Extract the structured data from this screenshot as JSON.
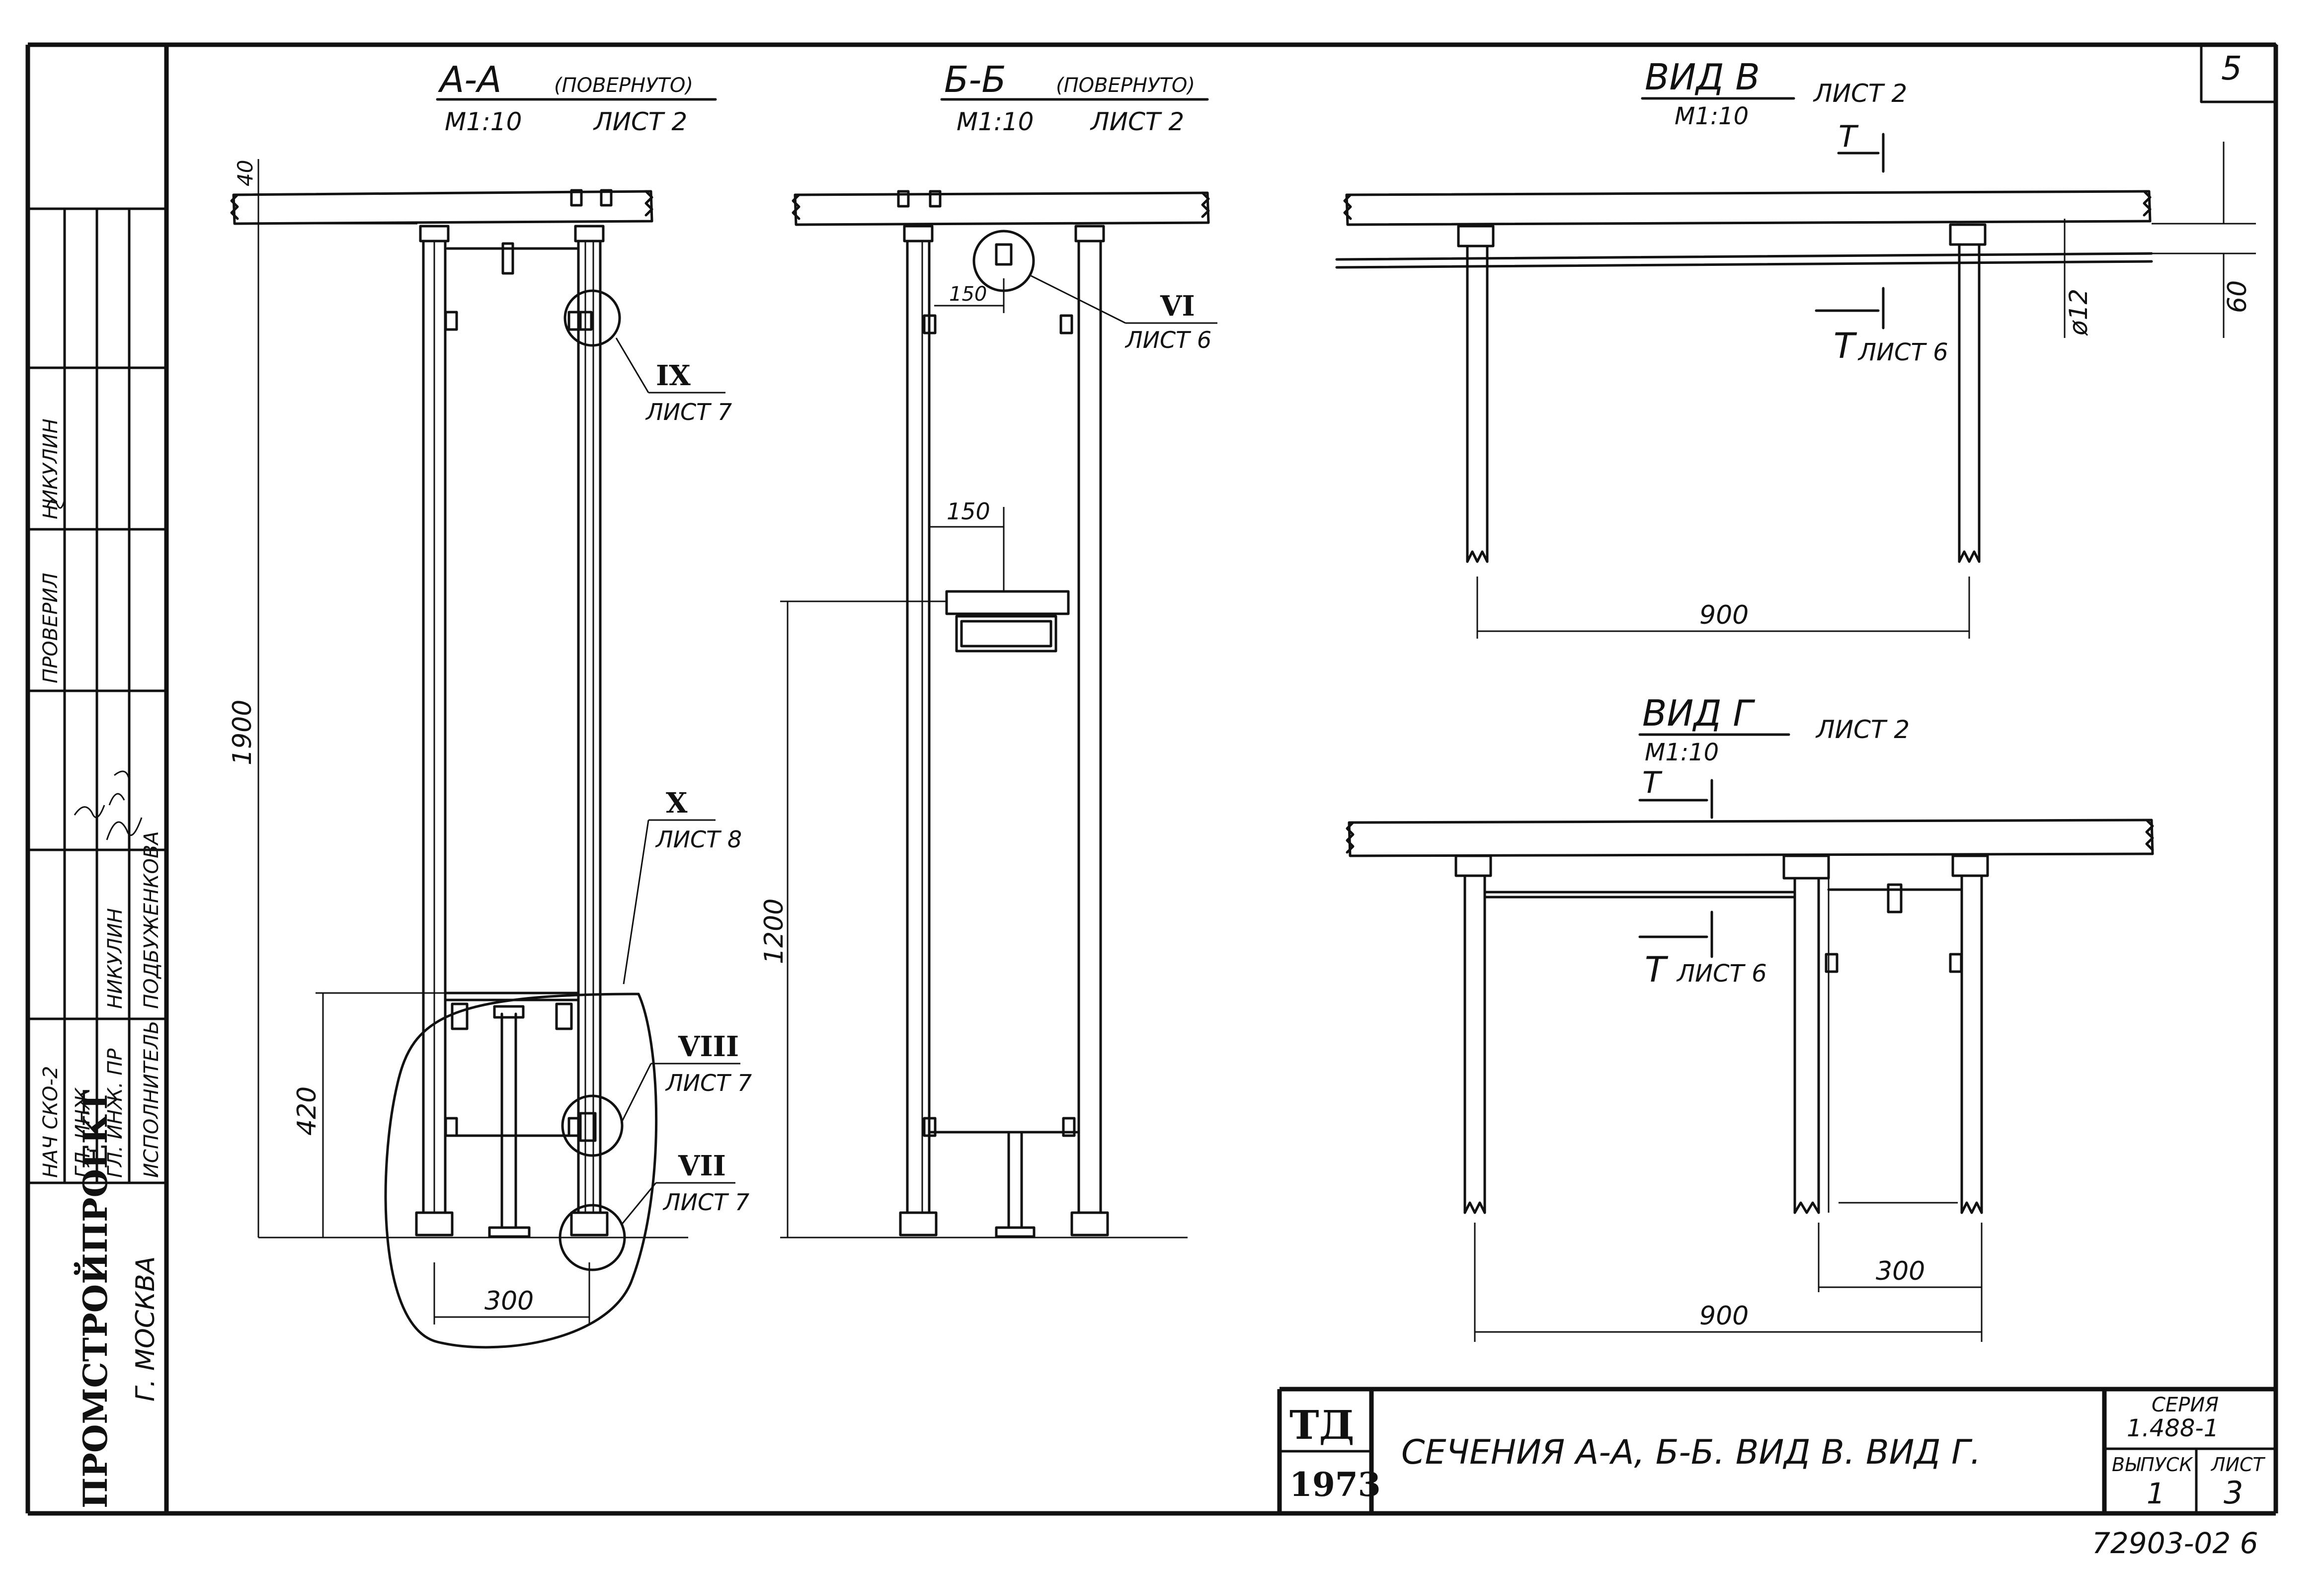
{
  "sheet": {
    "sheet_number": "5",
    "archive_number": "72903-02 6"
  },
  "section_aa": {
    "title": "А-А",
    "note": "(ПОВЕРНУТО)",
    "scale": "М1:10",
    "sheet_ref": "ЛИСТ 2"
  },
  "section_bb": {
    "title": "Б-Б",
    "note": "(ПОВЕРНУТО)",
    "scale": "М1:10",
    "sheet_ref": "ЛИСТ 2"
  },
  "view_v": {
    "title": "ВИД В",
    "scale": "М1:10",
    "sheet_ref": "ЛИСТ 2"
  },
  "view_g": {
    "title": "ВИД Г",
    "scale": "М1:10",
    "sheet_ref": "ЛИСТ 2"
  },
  "callouts": [
    {
      "numeral": "IX",
      "sheet": "ЛИСТ 7"
    },
    {
      "numeral": "X",
      "sheet": "ЛИСТ 8"
    },
    {
      "numeral": "VIII",
      "sheet": "ЛИСТ 7"
    },
    {
      "numeral": "VII",
      "sheet": "ЛИСТ 7"
    },
    {
      "numeral": "VI",
      "sheet": "ЛИСТ 6"
    }
  ],
  "section_marks": {
    "t_label": "Т",
    "t_sheet": "ЛИСТ 6"
  },
  "dimensions": {
    "aa_top": "40",
    "aa_height": "1900",
    "aa_low": "420",
    "aa_width": "300",
    "bb_top_offset": "150",
    "bb_mid_offset": "150",
    "bb_height": "1200",
    "v_rod": "ø12",
    "v_offset": "60",
    "v_span": "900",
    "g_inner": "300",
    "g_span": "900"
  },
  "stamp": {
    "org": "ПРОМСТРОЙПРОЕКТ",
    "city": "Г. МОСКВА",
    "rows": [
      {
        "role": "НАЧ СКО-2",
        "name": ""
      },
      {
        "role": "ГЛ. ИНЖ",
        "name": ""
      },
      {
        "role": "ГЛ. ИНЖ. ПР",
        "name": "НИКУЛИН"
      },
      {
        "role": "ИСПОЛНИТЕЛЬ",
        "name": "ПОДБУЖЕНКОВА"
      },
      {
        "role": "ПРОВЕРИЛ",
        "name": "НИКУЛИН"
      }
    ]
  },
  "title_block": {
    "td": "ТД",
    "year": "1973",
    "title": "СЕЧЕНИЯ А-А, Б-Б. ВИД В. ВИД Г.",
    "series_label": "СЕРИЯ",
    "series_value": "1.488-1",
    "issue_label": "ВЫПУСК",
    "issue_value": "1",
    "sheet_label": "ЛИСТ",
    "sheet_value": "3"
  }
}
